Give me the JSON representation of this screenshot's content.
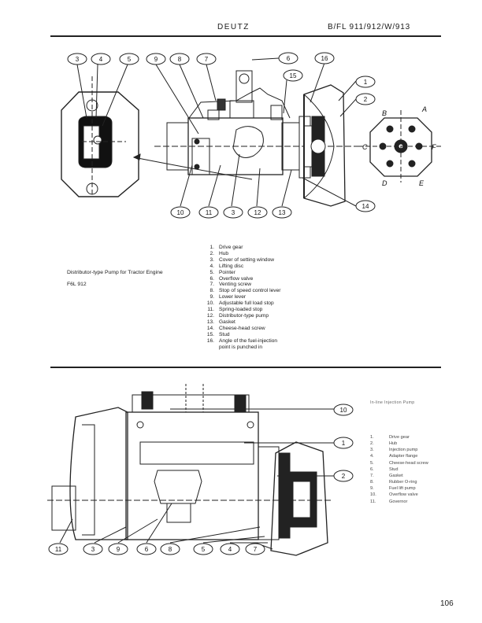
{
  "header": {
    "brand": "DEUTZ",
    "model": "B/FL 911/912/W/913"
  },
  "figure1": {
    "title_line1": "Distributor-type Pump for Tractor Engine",
    "title_line2": "F6L 912",
    "view_letters": [
      "A",
      "B",
      "C",
      "D",
      "E",
      "F"
    ],
    "callouts": [
      "3",
      "4",
      "5",
      "9",
      "8",
      "7",
      "6",
      "16",
      "15",
      "1",
      "2",
      "14",
      "10",
      "11",
      "3",
      "12",
      "13"
    ],
    "legend": [
      {
        "n": "1.",
        "text": "Drive gear"
      },
      {
        "n": "2.",
        "text": "Hub"
      },
      {
        "n": "3.",
        "text": "Cover of setting window"
      },
      {
        "n": "4.",
        "text": "Lifting disc"
      },
      {
        "n": "5.",
        "text": "Pointer"
      },
      {
        "n": "6.",
        "text": "Overflow valve"
      },
      {
        "n": "7.",
        "text": "Venting screw"
      },
      {
        "n": "8.",
        "text": "Stop of speed control lever"
      },
      {
        "n": "9.",
        "text": "Lower lever"
      },
      {
        "n": "10.",
        "text": "Adjustable full load stop"
      },
      {
        "n": "11.",
        "text": "Spring-loaded stop"
      },
      {
        "n": "12.",
        "text": "Distributor-type pump"
      },
      {
        "n": "13.",
        "text": "Gasket"
      },
      {
        "n": "14.",
        "text": "Cheese-head screw"
      },
      {
        "n": "15.",
        "text": "Stud"
      },
      {
        "n": "16.",
        "text": "Angle of the fuel-injection"
      },
      {
        "n": "",
        "text": "point is punched in"
      }
    ]
  },
  "figure2": {
    "title": "In-line Injection Pump",
    "callouts": [
      "10",
      "1",
      "2",
      "11",
      "3",
      "9",
      "6",
      "8",
      "5",
      "4",
      "7"
    ],
    "legend": [
      {
        "n": "1.",
        "text": "Drive gear"
      },
      {
        "n": "2.",
        "text": "Hub"
      },
      {
        "n": "3.",
        "text": "Injection pump"
      },
      {
        "n": "4.",
        "text": "Adapter flange"
      },
      {
        "n": "5.",
        "text": "Cheese-head screw"
      },
      {
        "n": "6.",
        "text": "Stud"
      },
      {
        "n": "7.",
        "text": "Gasket"
      },
      {
        "n": "8.",
        "text": "Rubber O-ring"
      },
      {
        "n": "9.",
        "text": "Fuel lift pump"
      },
      {
        "n": "10.",
        "text": "Overflow valve"
      },
      {
        "n": "11.",
        "text": "Governor"
      }
    ]
  },
  "page_number": "106"
}
